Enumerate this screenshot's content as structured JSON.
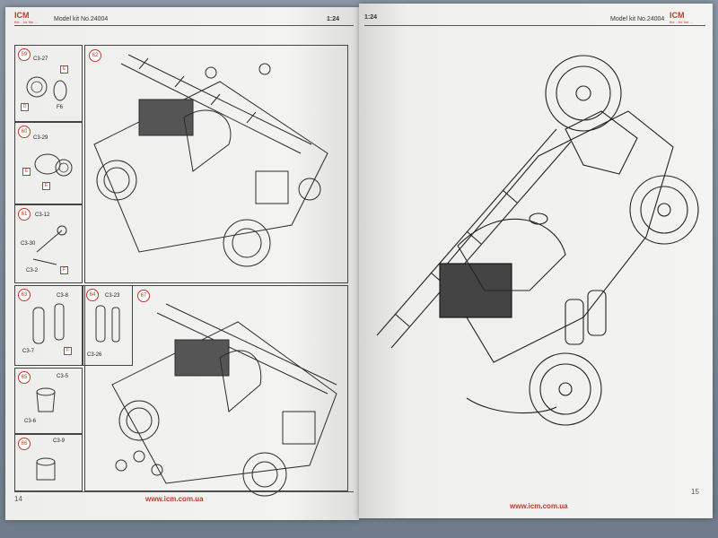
{
  "left_page": {
    "brand": "ICM",
    "brand_tagline": "the... for the ...",
    "kit_label": "Model kit No.24004",
    "scale": "1:24",
    "url": "www.icm.com.ua",
    "page_number": "14",
    "steps": [
      {
        "num": "59",
        "parts": [
          "C3-27",
          "F6"
        ]
      },
      {
        "num": "60",
        "parts": [
          "C3-29"
        ]
      },
      {
        "num": "61",
        "parts": [
          "C3-12",
          "C3-30",
          "C3-2"
        ]
      },
      {
        "num": "62",
        "parts": []
      },
      {
        "num": "63",
        "parts": [
          "C3-8",
          "C3-7"
        ]
      },
      {
        "num": "64",
        "parts": [
          "C3-23",
          "C3-26"
        ]
      },
      {
        "num": "65",
        "parts": [
          "C3-5",
          "C3-6"
        ]
      },
      {
        "num": "66",
        "parts": [
          "C3-9"
        ]
      },
      {
        "num": "67",
        "parts": []
      }
    ],
    "tags": [
      "E",
      "D",
      "E",
      "E",
      "F",
      "F"
    ]
  },
  "right_page": {
    "brand": "ICM",
    "brand_tagline": "the... for the ...",
    "kit_label": "Model kit No.24004",
    "scale": "1:24",
    "url": "www.icm.com.ua",
    "page_number": "15"
  }
}
